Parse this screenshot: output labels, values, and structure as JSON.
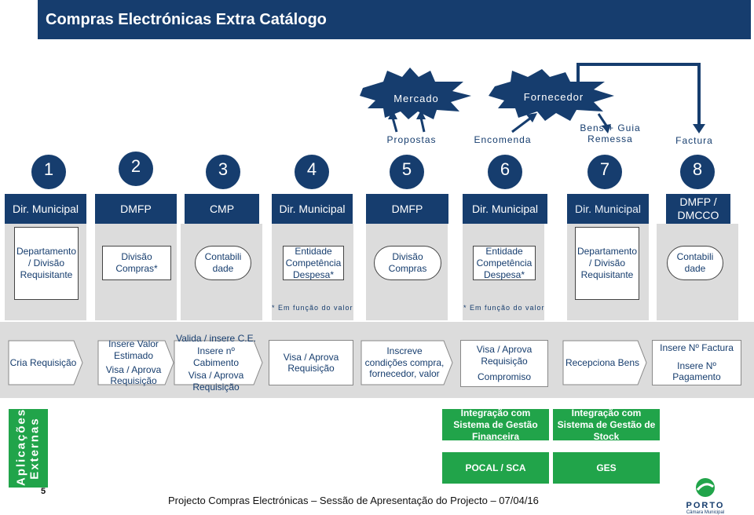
{
  "title": "Compras Electrónicas Extra Catálogo",
  "external_actors": {
    "mercado": "Mercado",
    "fornecedor": "Fornecedor"
  },
  "flows": {
    "propostas": "Propostas",
    "encomenda": "Encomenda",
    "bens_guia_remessa": "Bens + Guia Remessa",
    "factura": "Factura"
  },
  "steps": [
    "1",
    "2",
    "3",
    "4",
    "5",
    "6",
    "7",
    "8"
  ],
  "actors": [
    "Dir. Municipal",
    "DMFP",
    "CMP",
    "Dir. Municipal",
    "DMFP",
    "Dir. Municipal",
    "Dir. Municipal",
    "DMFP / DMCCO"
  ],
  "units": [
    "Departamento / Divisão Requisitante",
    "Divisão Compras*",
    "Contabili dade",
    "Entidade Competência Despesa*",
    "Divisão Compras",
    "Entidade Competência Despesa*",
    "Departamento / Divisão Requisitante",
    "Contabili dade"
  ],
  "notes": [
    "* Em função do valor",
    "* Em função do valor"
  ],
  "activities": [
    {
      "line1": "Cria Requisição"
    },
    {
      "line1": "Insere Valor Estimado",
      "line2": "Visa / Aprova Requisição"
    },
    {
      "line1": "Valida / insere C.E.",
      "line2": "Insere nº Cabimento",
      "line3": "Visa / Aprova Requisição"
    },
    {
      "line1": "Visa / Aprova Requisição"
    },
    {
      "line1": "Inscreve condições compra, fornecedor, valor"
    },
    {
      "line1": "Visa / Aprova Requisição",
      "line2": "Compromiso"
    },
    {
      "line1": "Recepciona Bens"
    },
    {
      "line1": "Insere Nº Factura",
      "line2": "Insere Nº Pagamento"
    }
  ],
  "applications": {
    "label": "Aplicações Externas",
    "integration_finance": "Integração com Sistema de Gestão Financeira",
    "integration_stock": "Integração com Sistema de Gestão de Stock",
    "pocal": "POCAL / SCA",
    "ges": "GES"
  },
  "footer": {
    "page_number": "5",
    "text": "Projecto Compras Electrónicas – Sessão de Apresentação do Projecto – 07/04/16",
    "logo_text": "PORTO",
    "logo_subtext": "Câmara Municipal"
  },
  "colors": {
    "navy": "#163d6e",
    "green": "#21a44a",
    "gray": "#dcdcdc"
  }
}
